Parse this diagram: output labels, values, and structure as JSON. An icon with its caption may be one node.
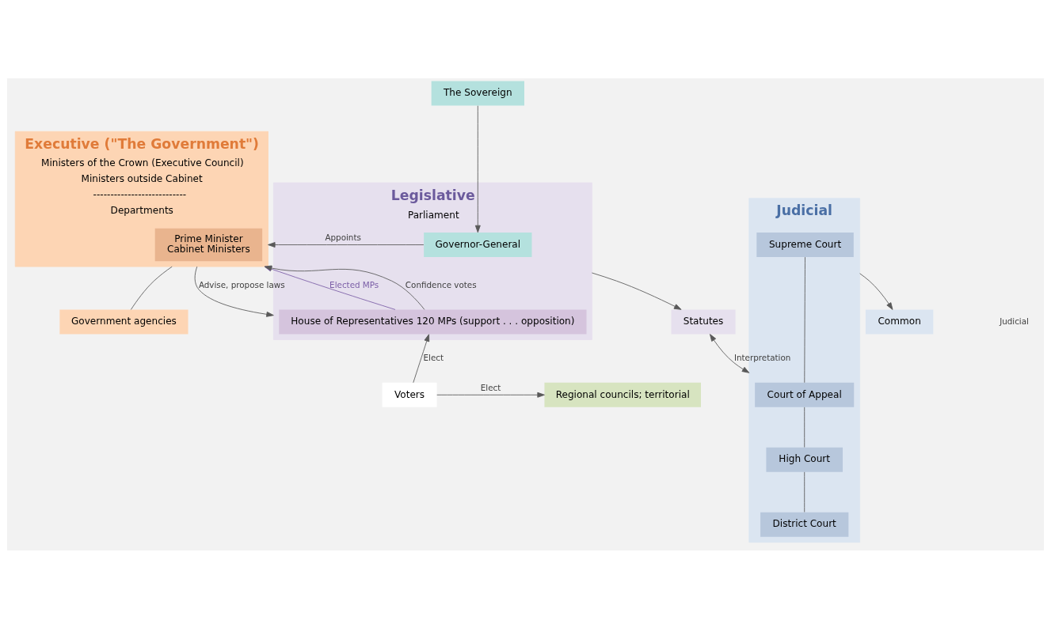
{
  "diagram": {
    "nodes": [
      {
        "text": [
          "Executive (\"The Government\")",
          "Ministers of the Crown (Executive Council)",
          "Ministers outside Cabinet",
          "---------------------------",
          "Departments"
        ]
      },
      {
        "text": [
          "Prime Minister",
          "Cabinet Ministers"
        ],
        "in": 0
      },
      {
        "text": [
          "Government agencies"
        ]
      },
      {
        "text": [
          "Regional councils; territorial"
        ]
      },
      {
        "text": [
          "The Sovereign"
        ]
      },
      {
        "text": [
          "Legislative",
          "Parliament"
        ]
      },
      {
        "text": [
          "Governor-General"
        ],
        "in": 5
      },
      {
        "text": [
          "House of Representatives 120 MPs (support . . . opposition)"
        ],
        "in": 5
      },
      {
        "text": [
          "Judicial"
        ]
      },
      {
        "text": [
          "Supreme Court"
        ],
        "in": 8
      },
      {
        "text": [
          "Court of Appeal"
        ],
        "in": 8
      },
      {
        "text": [
          "High Court"
        ],
        "in": 8
      },
      {
        "text": [
          "District Court"
        ],
        "in": 8
      },
      {
        "text": [
          "Statutes"
        ]
      },
      {
        "text": [
          "Voters"
        ]
      },
      {
        "text": [
          "Common"
        ]
      }
    ],
    "edges": [
      {
        "from": 4,
        "to": 6,
        "arrow": "to"
      },
      {
        "from": 6,
        "to": 0,
        "arrow": "to",
        "label": "Appoints"
      },
      {
        "from": 0,
        "to": 5,
        "arrow": "to",
        "label": "Advise, propose laws"
      },
      {
        "from": 7,
        "to": 0,
        "arrow": "to",
        "label": "Elected MPs",
        "color": "#7b5ea7"
      },
      {
        "from": 7,
        "to": 0,
        "arrow": "to",
        "label": "Confidence votes"
      },
      {
        "from": 0,
        "to": 2,
        "arrow": "none"
      },
      {
        "from": 5,
        "to": 13,
        "arrow": "to"
      },
      {
        "from": 13,
        "to": 8,
        "arrow": "both",
        "label": "Interpretation"
      },
      {
        "from": 8,
        "to": 15,
        "arrow": "to"
      },
      {
        "from": 9,
        "to": 10,
        "arrow": "none"
      },
      {
        "from": 10,
        "to": 11,
        "arrow": "none"
      },
      {
        "from": 11,
        "to": 12,
        "arrow": "none"
      },
      {
        "from": 14,
        "to": 7,
        "arrow": "to",
        "label": "Elect"
      },
      {
        "from": 14,
        "to": 3,
        "arrow": "to",
        "label": "Elect"
      }
    ],
    "labels": [
      "Judicial"
    ]
  }
}
